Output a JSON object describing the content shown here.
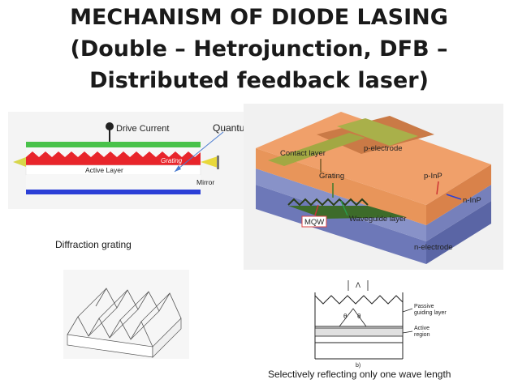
{
  "slide": {
    "title_lines": [
      "MECHANISM OF DIODE LASING",
      "(Double – Hetrojunction, DFB –",
      "Distributed feedback laser)"
    ]
  },
  "captions": {
    "quantum_wells": "Quantum wells",
    "diffraction_grating": "Diffraction grating",
    "selective_reflection": "Selectively reflecting only one wave length"
  },
  "fig_left": {
    "drive_current": "Drive Current",
    "grating": "Grating",
    "active_layer": "Active Layer",
    "mirror": "Mirror"
  },
  "fig_right": {
    "contact_layer": "Contact layer",
    "p_electrode": "p-electrode",
    "grating": "Grating",
    "p_inp": "p-InP",
    "n_inp": "n-InP",
    "waveguide_layer": "Waveguide layer",
    "mqw": "MQW",
    "n_electrode": "n-electrode"
  },
  "fig_bottom_right": {
    "theta": "θ",
    "lambda": "Λ",
    "passive_guiding_layer": [
      "Passive",
      "guiding layer"
    ],
    "active_region": [
      "Active",
      "region"
    ],
    "panel_label": "b)"
  },
  "colors": {
    "red_layer": "#e8252b",
    "green_layer": "#49c24a",
    "blue_layer": "#2b3fd6",
    "orange": "#e8955a",
    "olive": "#8a9a3a",
    "purple": "#6d78b8"
  }
}
